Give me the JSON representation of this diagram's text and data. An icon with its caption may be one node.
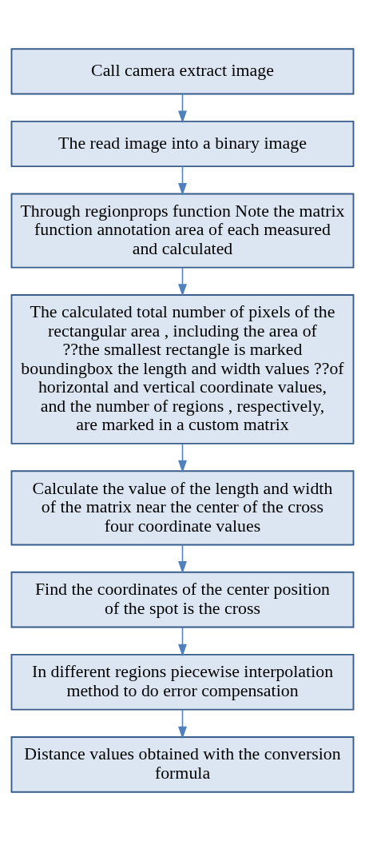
{
  "diagram": {
    "nodes": [
      {
        "text": [
          "Call camera extract image"
        ]
      },
      {
        "text": [
          "The read image into a binary image"
        ]
      },
      {
        "text": [
          "Through regionprops function Note the matrix function annotation area of each measured and calculated"
        ]
      },
      {
        "text": [
          "The calculated total number of pixels of the rectangular area , including the area of ??the smallest rectangle is marked boundingbox the length and width values ??of horizontal and vertical coordinate values, and the number of regions , respectively, are marked in a custom matrix"
        ]
      },
      {
        "text": [
          "Calculate the value of the length and width of the matrix near the center of the cross four coordinate values"
        ]
      },
      {
        "text": [
          "Find the coordinates of the center position of the spot is the cross"
        ]
      },
      {
        "text": [
          "In different regions piecewise interpolation method to do error compensation"
        ]
      },
      {
        "text": [
          "Distance values obtained with the conversion formula"
        ]
      }
    ],
    "edges": [
      {
        "from": 0,
        "to": 1,
        "arrow": "to"
      },
      {
        "from": 1,
        "to": 2,
        "arrow": "to"
      },
      {
        "from": 2,
        "to": 3,
        "arrow": "to"
      },
      {
        "from": 3,
        "to": 4,
        "arrow": "to"
      },
      {
        "from": 4,
        "to": 5,
        "arrow": "to"
      },
      {
        "from": 5,
        "to": 6,
        "arrow": "to"
      },
      {
        "from": 6,
        "to": 7,
        "arrow": "to"
      }
    ]
  }
}
